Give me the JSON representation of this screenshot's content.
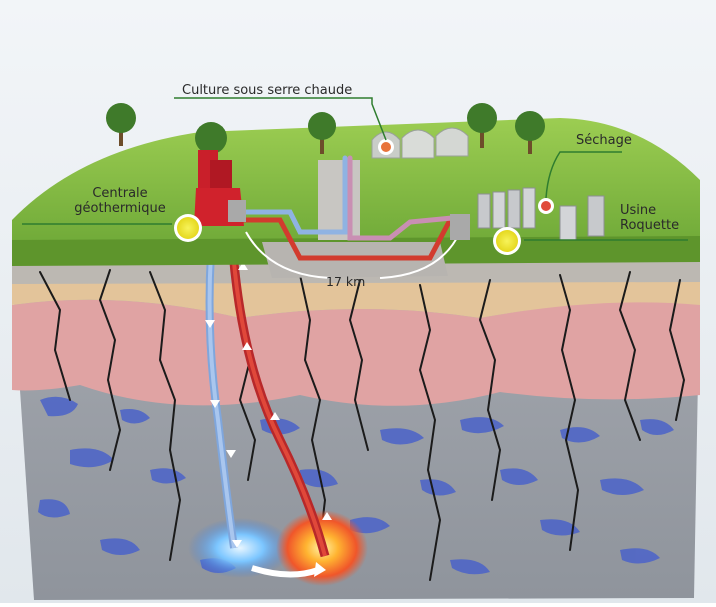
{
  "labels": {
    "greenhouse": "Culture sous serre chaude",
    "drying": "Séchage",
    "plant_line1": "Centrale",
    "plant_line2": "géothermique",
    "factory_line1": "Usine",
    "factory_line2": "Roquette",
    "distance": "17 km"
  },
  "colors": {
    "sky": "#e9eef2",
    "grass_top": "#8fc24a",
    "grass_front": "#5f9a2e",
    "layer_gray": "#b9b6b2",
    "layer_sand": "#e2c39a",
    "layer_pink": "#e2a0a0",
    "layer_rock": "#9ea3ab",
    "rock_blue": "#4a62c8",
    "pipe_cold": "#8fb3e2",
    "pipe_hot": "#d23b2e",
    "factory_red": "#d0222c",
    "marker_yellow": "#f2ec32"
  },
  "icons": [
    "tree-icon",
    "greenhouse-icon",
    "cooling-tower-icon",
    "silo-icon",
    "location-marker-icon",
    "flow-arrow-icon"
  ]
}
